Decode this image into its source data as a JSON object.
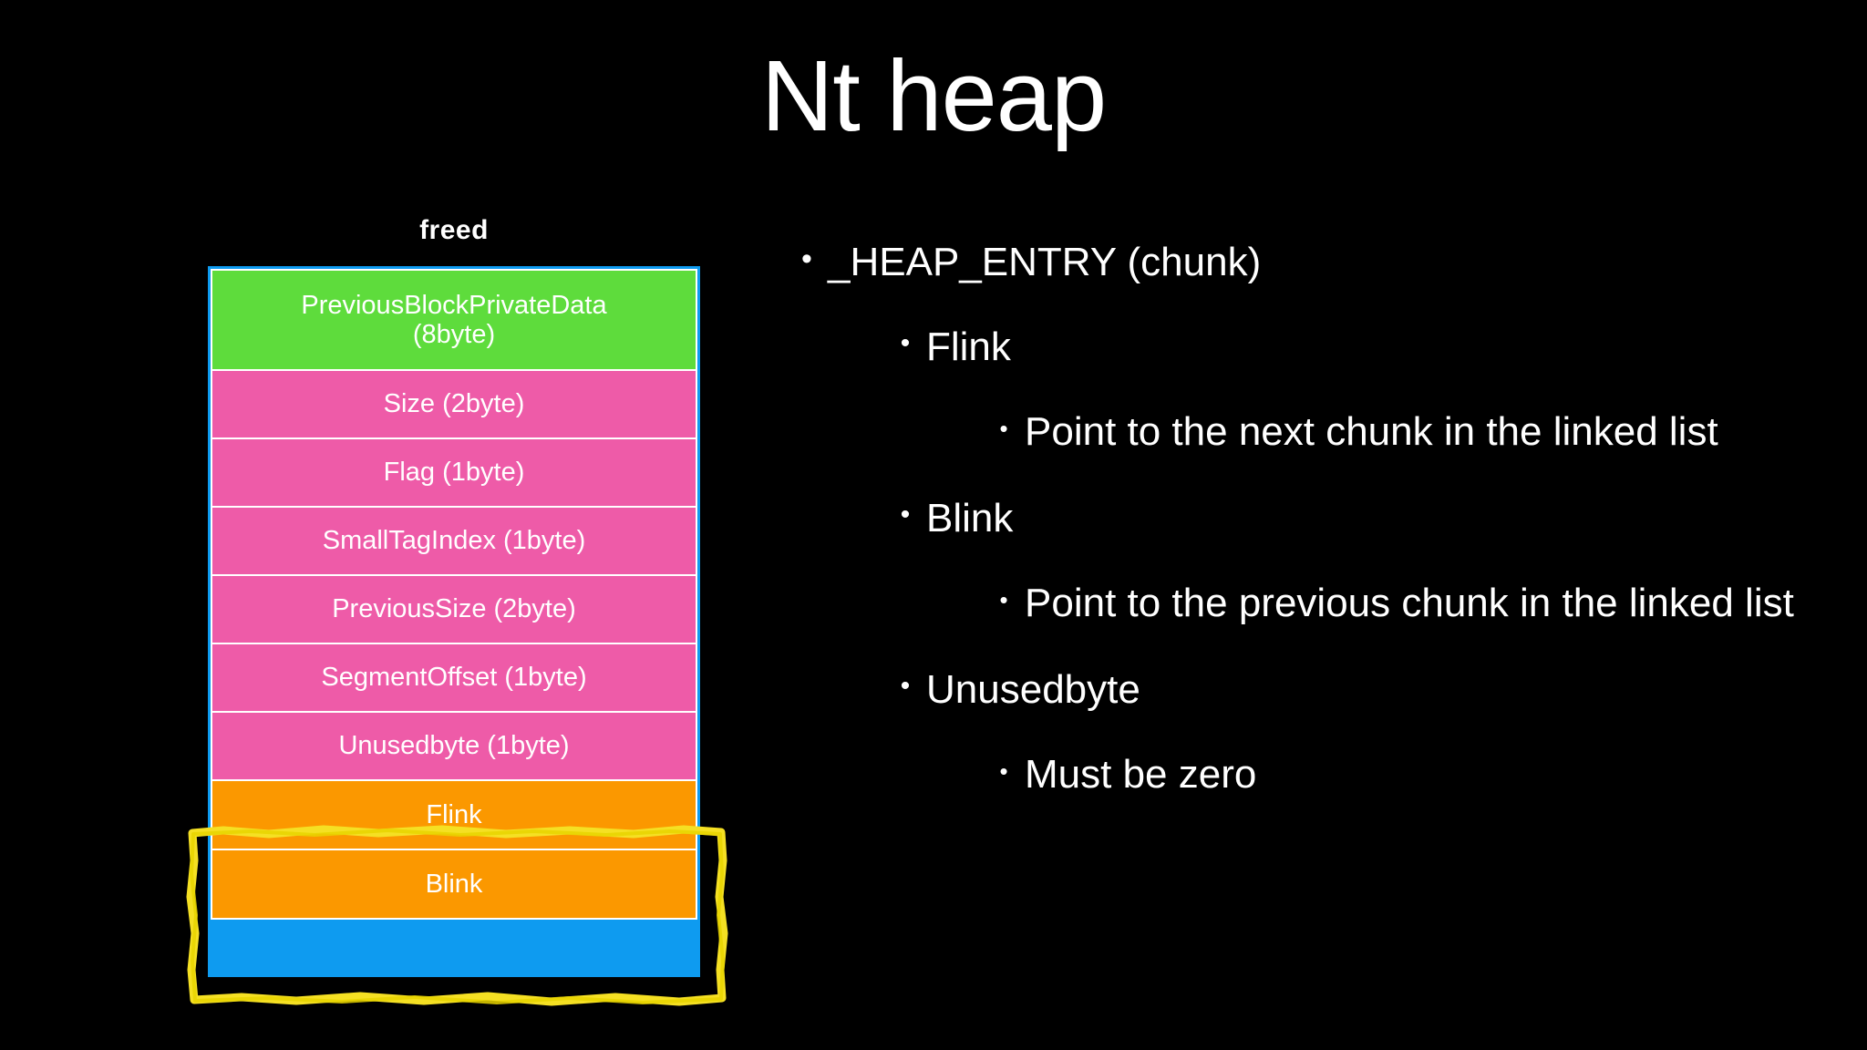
{
  "slide": {
    "title": "Nt heap",
    "background_color": "#000000",
    "text_color": "#ffffff"
  },
  "diagram": {
    "caption": "freed",
    "border_color": "#0e9bf0",
    "highlight_color": "#f5e023",
    "rows": [
      {
        "label": "PreviousBlockPrivateData\n(8byte)",
        "line1": "PreviousBlockPrivateData",
        "line2": "(8byte)",
        "color": "#5edc3c",
        "kind": "green"
      },
      {
        "label": "Size (2byte)",
        "color": "#ee5ba8",
        "kind": "pink"
      },
      {
        "label": "Flag (1byte)",
        "color": "#ee5ba8",
        "kind": "pink"
      },
      {
        "label": "SmallTagIndex (1byte)",
        "color": "#ee5ba8",
        "kind": "pink"
      },
      {
        "label": "PreviousSize (2byte)",
        "color": "#ee5ba8",
        "kind": "pink"
      },
      {
        "label": "SegmentOffset (1byte)",
        "color": "#ee5ba8",
        "kind": "pink"
      },
      {
        "label": "Unusedbyte (1byte)",
        "color": "#ee5ba8",
        "kind": "pink"
      },
      {
        "label": "Flink",
        "color": "#fb9800",
        "kind": "orange"
      },
      {
        "label": "Blink",
        "color": "#fb9800",
        "kind": "orange"
      },
      {
        "label": "",
        "color": "#0e9bf0",
        "kind": "blue"
      }
    ]
  },
  "bullets": [
    {
      "level": 1,
      "text": "_HEAP_ENTRY (chunk)",
      "marker": "•"
    },
    {
      "level": 2,
      "text": "Flink",
      "marker": "•"
    },
    {
      "level": 3,
      "text": "Point to the next chunk in the linked list",
      "marker": "•"
    },
    {
      "level": 2,
      "text": "Blink",
      "marker": "•"
    },
    {
      "level": 3,
      "text": "Point to the previous chunk in the linked list",
      "marker": "•"
    },
    {
      "level": 2,
      "text": "Unusedbyte",
      "marker": "•"
    },
    {
      "level": 3,
      "text": "Must be zero",
      "marker": "•"
    }
  ]
}
